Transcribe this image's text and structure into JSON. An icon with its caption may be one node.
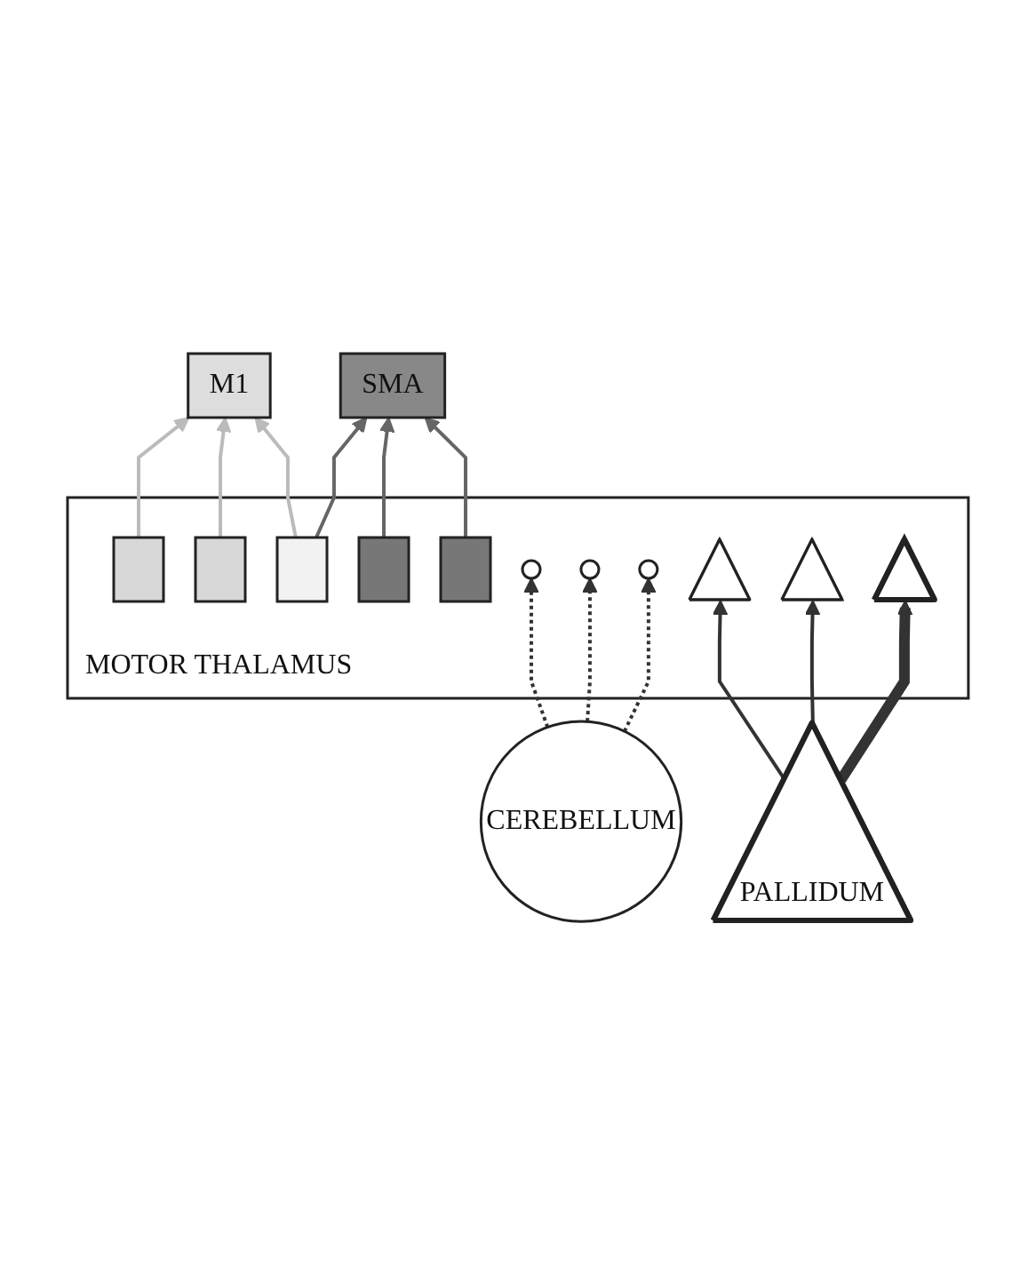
{
  "diagram": {
    "nodes": [
      {
        "text": [
          "M1"
        ]
      },
      {
        "text": [
          "SMA"
        ]
      },
      {
        "text": [
          "MOTOR THALAMUS"
        ]
      },
      {
        "text": [],
        "shape": "box",
        "in": 2
      },
      {
        "text": [],
        "shape": "box",
        "in": 2
      },
      {
        "text": [],
        "shape": "box",
        "in": 2
      },
      {
        "text": [],
        "shape": "box",
        "in": 2
      },
      {
        "text": [],
        "shape": "box",
        "in": 2
      },
      {
        "text": [],
        "shape": "circle",
        "in": 2
      },
      {
        "text": [],
        "shape": "triangle",
        "in": 2
      },
      {
        "text": [],
        "shape": "circle",
        "in": 2
      },
      {
        "text": [],
        "shape": "triangle",
        "in": 2
      },
      {
        "text": [],
        "shape": "triangle",
        "in": 2
      },
      {
        "text": [],
        "shape": "circle",
        "in": 2
      },
      {
        "text": [
          "CEREBELLUM"
        ]
      },
      {
        "text": [
          "PALLIDUM"
        ]
      }
    ],
    "edges": [
      {
        "from": 3,
        "to": 0,
        "arrow": "to",
        "color": "#bbbbbb"
      },
      {
        "from": 4,
        "to": 0,
        "arrow": "to",
        "color": "#bbbbbb"
      },
      {
        "from": 5,
        "to": 0,
        "arrow": "to",
        "color": "#bbbbbb"
      },
      {
        "from": 5,
        "to": 1,
        "arrow": "to",
        "color": "#666666"
      },
      {
        "from": 6,
        "to": 1,
        "arrow": "to",
        "color": "#666666"
      },
      {
        "from": 7,
        "to": 1,
        "arrow": "to",
        "color": "#666666"
      },
      {
        "from": 14,
        "to": 8,
        "arrow": "to",
        "style": "dashed"
      },
      {
        "from": 14,
        "to": 10,
        "arrow": "to",
        "style": "dashed"
      },
      {
        "from": 14,
        "to": 13,
        "arrow": "to",
        "style": "dashed"
      },
      {
        "from": 15,
        "to": 9,
        "arrow": "to"
      },
      {
        "from": 15,
        "to": 11,
        "arrow": "to"
      },
      {
        "from": 15,
        "to": 12,
        "arrow": "to",
        "style": "thick"
      }
    ]
  }
}
